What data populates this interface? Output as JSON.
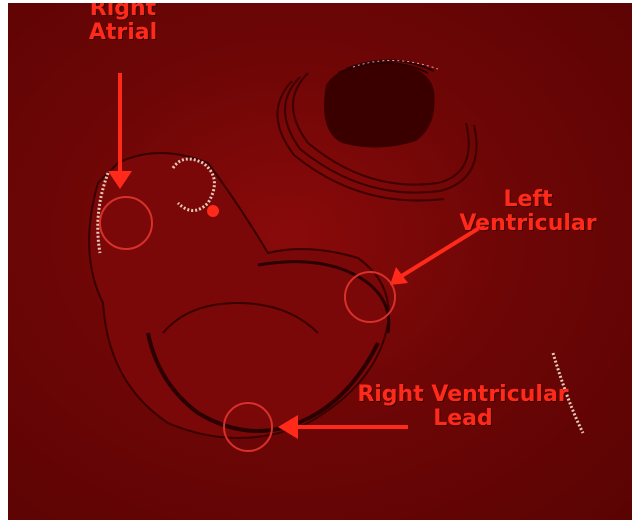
{
  "labels": {
    "right_atrial_line1": "Right",
    "right_atrial_line2": "Atrial",
    "left_ventricular_line1": "Left",
    "left_ventricular_line2": "Ventricular",
    "right_ventricular_line1": "Right Ventricular",
    "right_ventricular_line2": "Lead"
  },
  "colors": {
    "background": "#6e0606",
    "label": "#ff2a1a",
    "callout_circle": "#d8302a",
    "outline": "#3a0000",
    "highlight": "#e6c8b8"
  }
}
